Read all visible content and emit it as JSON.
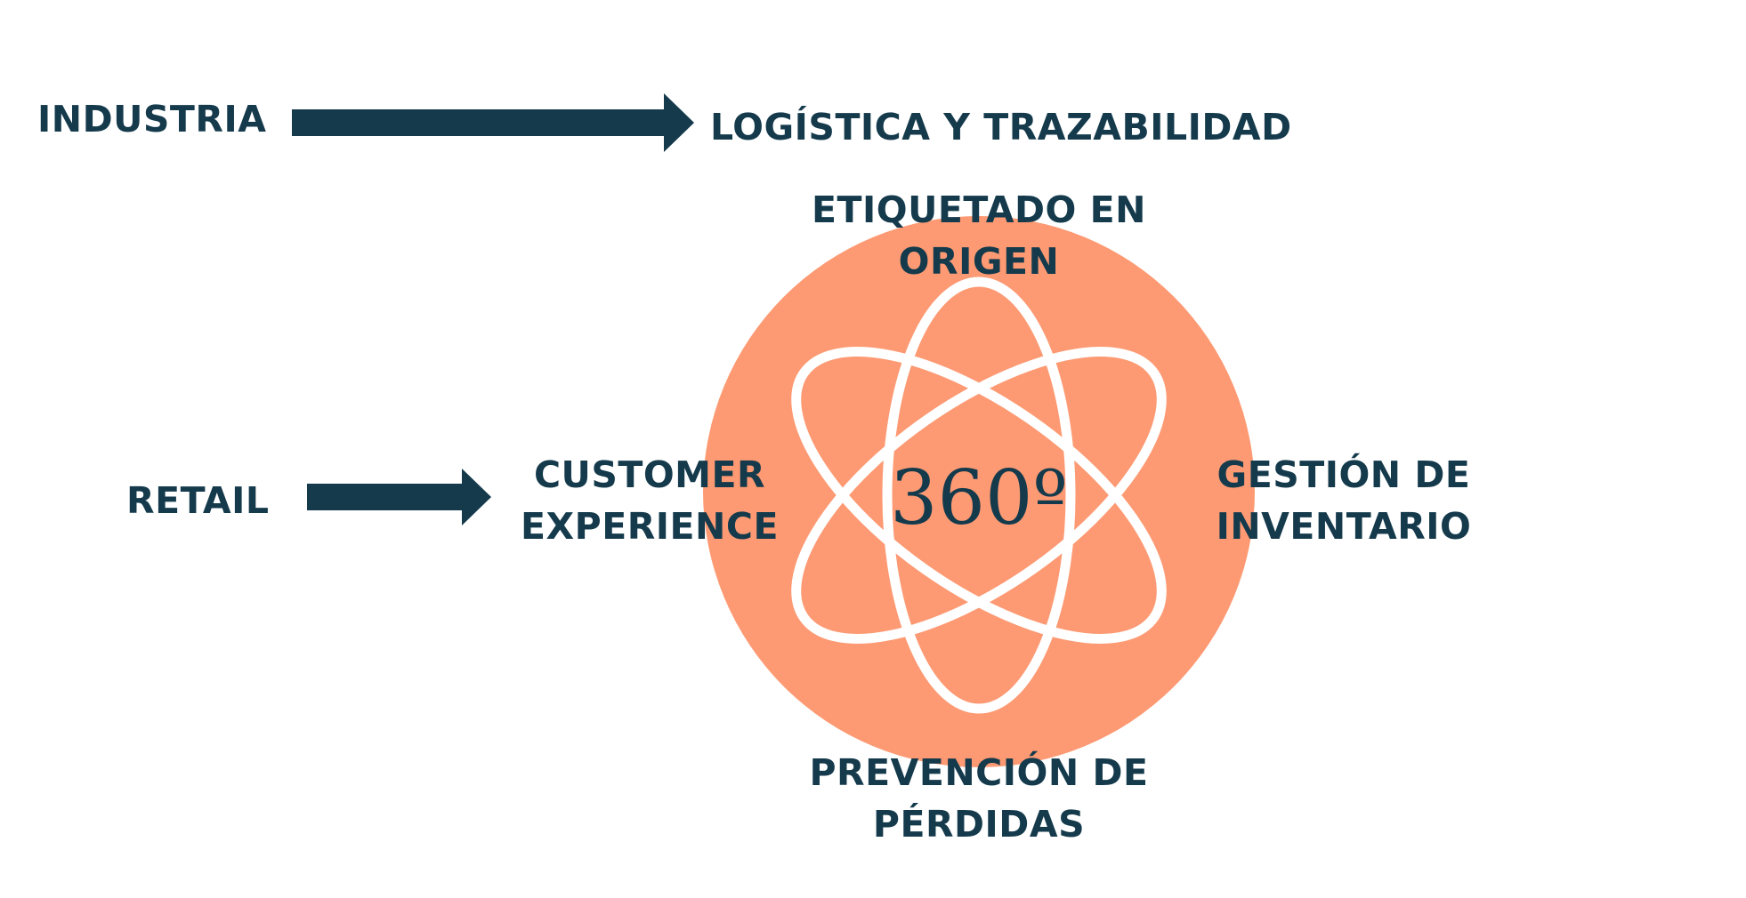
{
  "sources": {
    "industria": "INDUSTRIA",
    "retail": "RETAIL"
  },
  "targets": {
    "logistica": "LOGÍSTICA Y TRAZABILIDAD",
    "customer_experience": [
      "CUSTOMER",
      "EXPERIENCE"
    ]
  },
  "hub": {
    "center_label": "360º",
    "top": [
      "ETIQUETADO EN",
      "ORIGEN"
    ],
    "right": [
      "GESTIÓN DE",
      "INVENTARIO"
    ],
    "bottom": [
      "PREVENCIÓN DE",
      "PÉRDIDAS"
    ]
  },
  "colors": {
    "text": "#143a4c",
    "arrow": "#143a4c",
    "circle": "#fd9a73",
    "orbit": "#ffffff"
  },
  "icons": {
    "hub_icon": "atom-icon",
    "arrow_icon": "arrow-right-icon"
  }
}
